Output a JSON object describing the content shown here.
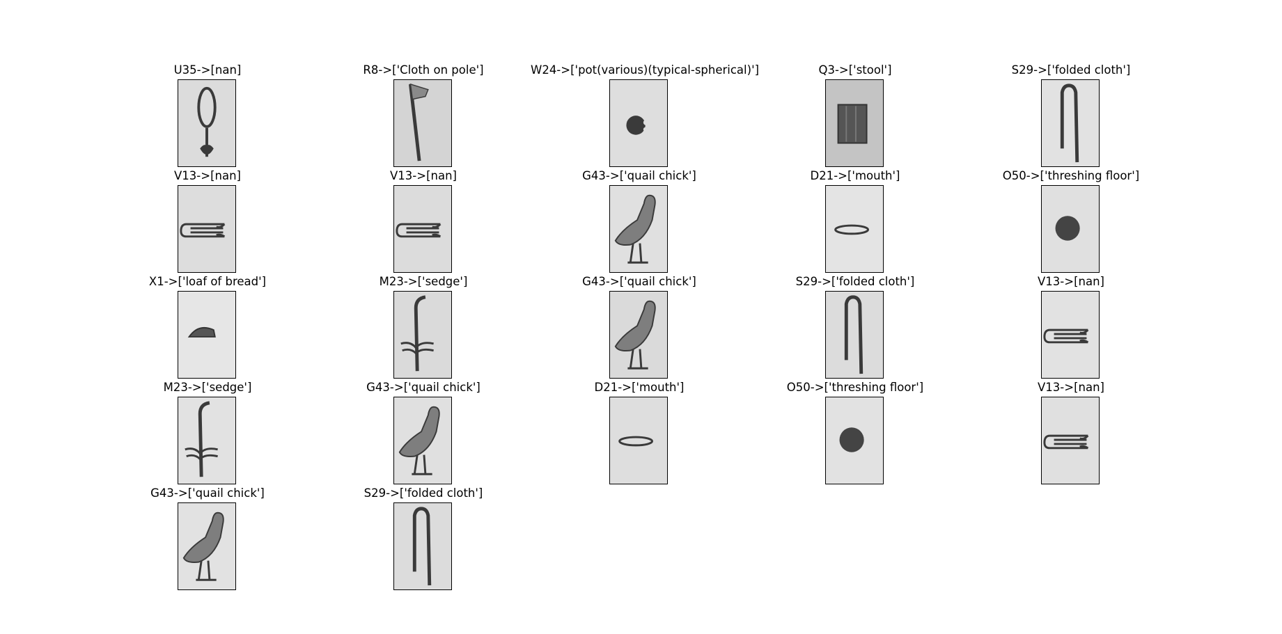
{
  "figure": {
    "columns": 5,
    "panels": [
      {
        "title": "U35->[nan]",
        "glyph": "ankh-loop-icon",
        "bg": "#dcdcdc"
      },
      {
        "title": "R8->['Cloth on pole']",
        "glyph": "cloth-on-pole-icon",
        "bg": "#d4d4d4"
      },
      {
        "title": "W24->['pot(various)(typical-spherical)']",
        "glyph": "pot-icon",
        "bg": "#dedede"
      },
      {
        "title": "Q3->['stool']",
        "glyph": "stool-icon",
        "bg": "#c4c4c4"
      },
      {
        "title": "S29->['folded cloth']",
        "glyph": "folded-cloth-icon",
        "bg": "#e2e2e2"
      },
      {
        "title": "V13->[nan]",
        "glyph": "tether-icon",
        "bg": "#dddddd"
      },
      {
        "title": "V13->[nan]",
        "glyph": "tether-icon",
        "bg": "#dcdcdc"
      },
      {
        "title": "G43->['quail chick']",
        "glyph": "quail-chick-icon",
        "bg": "#e0e0e0"
      },
      {
        "title": "D21->['mouth']",
        "glyph": "mouth-icon",
        "bg": "#e4e4e4"
      },
      {
        "title": "O50->['threshing floor']",
        "glyph": "threshing-floor-icon",
        "bg": "#e0e0e0"
      },
      {
        "title": "X1->['loaf of bread']",
        "glyph": "loaf-icon",
        "bg": "#e6e6e6"
      },
      {
        "title": "M23->['sedge']",
        "glyph": "sedge-icon",
        "bg": "#dadada"
      },
      {
        "title": "G43->['quail chick']",
        "glyph": "quail-chick-icon",
        "bg": "#dadada"
      },
      {
        "title": "S29->['folded cloth']",
        "glyph": "folded-cloth-icon",
        "bg": "#dcdcdc"
      },
      {
        "title": "V13->[nan]",
        "glyph": "tether-icon",
        "bg": "#e2e2e2"
      },
      {
        "title": "M23->['sedge']",
        "glyph": "sedge-icon",
        "bg": "#e2e2e2"
      },
      {
        "title": "G43->['quail chick']",
        "glyph": "quail-chick-icon",
        "bg": "#e0e0e0"
      },
      {
        "title": "D21->['mouth']",
        "glyph": "mouth-icon",
        "bg": "#dedede"
      },
      {
        "title": "O50->['threshing floor']",
        "glyph": "threshing-floor-icon",
        "bg": "#e2e2e2"
      },
      {
        "title": "V13->[nan]",
        "glyph": "tether-icon",
        "bg": "#e0e0e0"
      },
      {
        "title": "G43->['quail chick']",
        "glyph": "quail-chick-icon",
        "bg": "#e2e2e2"
      },
      {
        "title": "S29->['folded cloth']",
        "glyph": "folded-cloth-icon",
        "bg": "#dcdcdc"
      }
    ]
  }
}
